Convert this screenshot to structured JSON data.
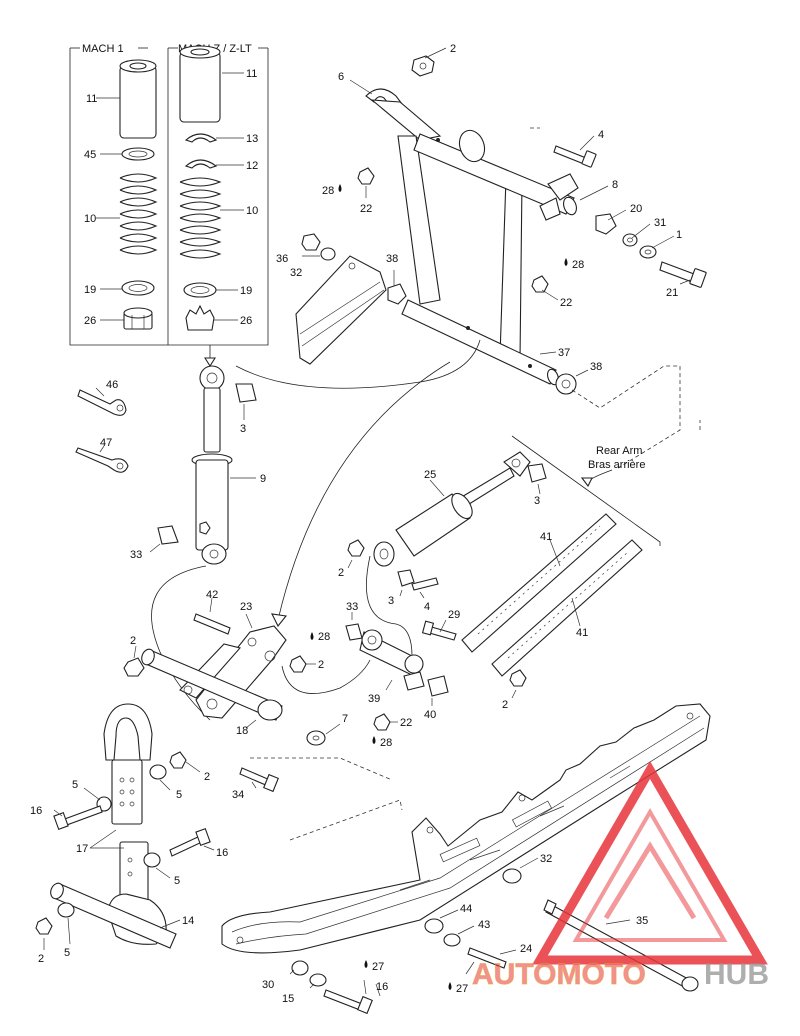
{
  "headers": {
    "mach1": "MACH 1",
    "machz": "MACH Z / Z-LT",
    "rear_arm_en": "Rear Arm",
    "rear_arm_fr": "Bras arrière"
  },
  "callouts": {
    "c2a": "2",
    "c6": "6",
    "c4a": "4",
    "c8": "8",
    "c20": "20",
    "c31": "31",
    "c1": "1",
    "c21": "21",
    "c28a": "28",
    "c22a": "22",
    "c36": "36",
    "c32a": "32",
    "c38a": "38",
    "c28b": "28",
    "c22b": "22",
    "c37": "37",
    "c38b": "38",
    "c11a": "11",
    "c11b": "11",
    "c45": "45",
    "c13": "13",
    "c12": "12",
    "c10a": "10",
    "c10b": "10",
    "c19a": "19",
    "c19b": "19",
    "c26a": "26",
    "c26b": "26",
    "c46": "46",
    "c47": "47",
    "c3a": "3",
    "c9": "9",
    "c33a": "33",
    "c25": "25",
    "c3b": "3",
    "c2b": "2",
    "c3c": "3",
    "c4b": "4",
    "c41a": "41",
    "c41b": "41",
    "c42": "42",
    "c23": "23",
    "c28c": "28",
    "c2c": "2",
    "c2d": "2",
    "c33b": "33",
    "c29": "29",
    "c39": "39",
    "c40": "40",
    "c2e": "2",
    "c18": "18",
    "c7": "7",
    "c22c": "22",
    "c28d": "28",
    "c5a": "5",
    "c2f": "2",
    "c5b": "5",
    "c34": "34",
    "c16a": "16",
    "c17": "17",
    "c16b": "16",
    "c5c": "5",
    "c14": "14",
    "c2g": "2",
    "c5d": "5",
    "c32b": "32",
    "c44": "44",
    "c43": "43",
    "c35": "35",
    "c24": "24",
    "c27a": "27",
    "c27b": "27",
    "c30": "30",
    "c15": "15",
    "c16c": "16"
  },
  "watermark": {
    "text_red": "AUTOMOTO",
    "text_grey": "HUB",
    "color_red": "#e8353a",
    "color_grey": "#9a9a9a",
    "color_gold": "#e6a23c"
  }
}
